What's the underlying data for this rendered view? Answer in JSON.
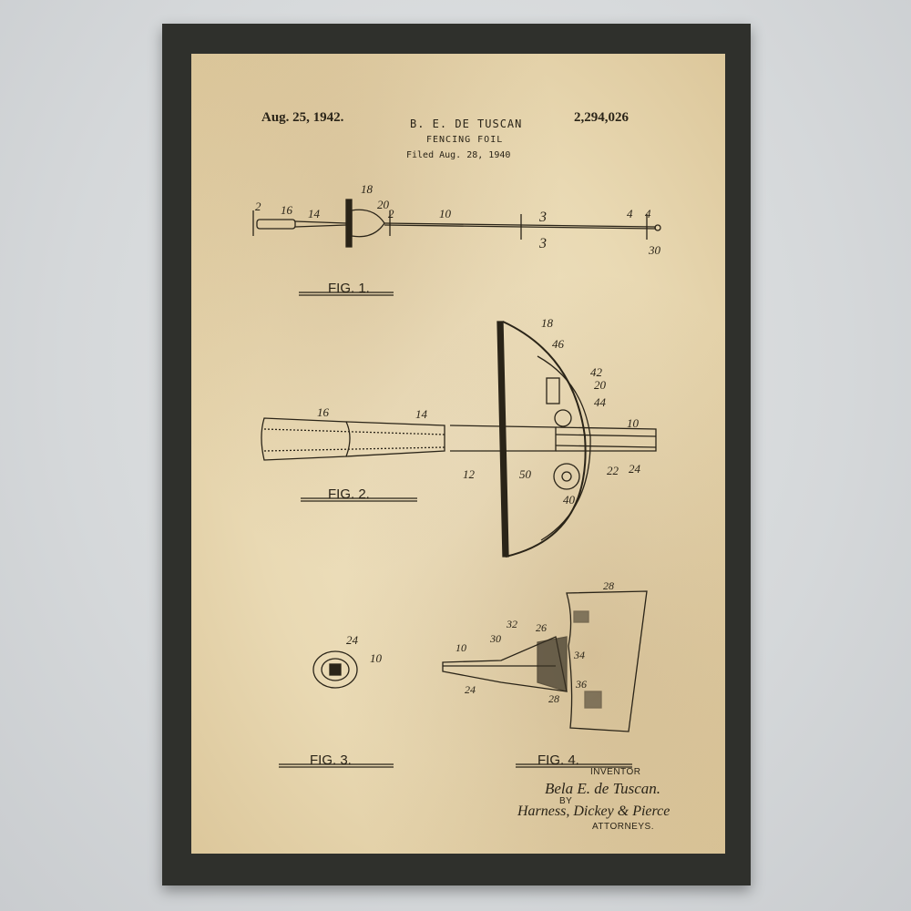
{
  "patent": {
    "date": "Aug. 25, 1942.",
    "inventor_header": "B. E. DE TUSCAN",
    "number": "2,294,026",
    "title": "FENCING FOIL",
    "filed": "Filed Aug. 28, 1940"
  },
  "figures": {
    "fig1": "FIG. 1.",
    "fig2": "FIG. 2.",
    "fig3": "FIG. 3.",
    "fig4": "FIG. 4."
  },
  "signature": {
    "inventor_label": "INVENTOR",
    "inventor_name": "Bela E. de Tuscan.",
    "by_label": "BY",
    "attorneys_name": "Harness, Dickey & Pierce",
    "attorneys_label": "ATTORNEYS."
  },
  "reference_numerals": [
    "2",
    "16",
    "14",
    "18",
    "20",
    "2",
    "10",
    "3",
    "3",
    "4",
    "4",
    "30",
    "18",
    "46",
    "42",
    "20",
    "44",
    "16",
    "14",
    "10",
    "12",
    "50",
    "40",
    "22",
    "24",
    "24",
    "10",
    "28",
    "32",
    "26",
    "30",
    "10",
    "34",
    "24",
    "36",
    "28"
  ],
  "colors": {
    "frame": "#2f302c",
    "paper": "#ecddb8",
    "ink": "#2a2418",
    "wall": "#d5d8da"
  }
}
